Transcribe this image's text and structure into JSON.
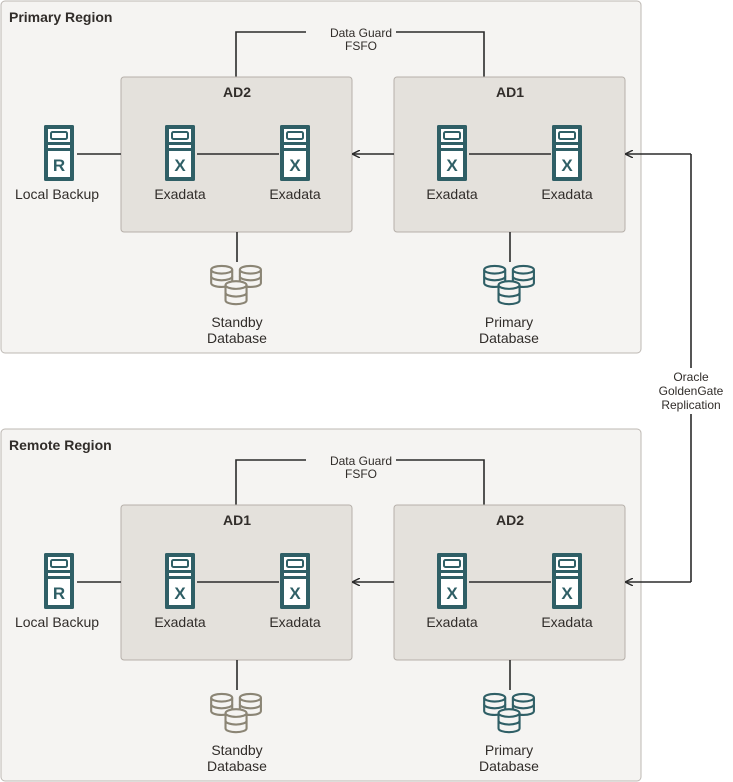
{
  "regions": [
    {
      "title": "Primary Region",
      "link_label_1": "Data Guard",
      "link_label_2": "FSFO",
      "left_ad": "AD2",
      "right_ad": "AD1",
      "backup_label": "Local Backup",
      "backup_icon_letter": "R",
      "server_icon_letter": "X",
      "servers": [
        "Exadata",
        "Exadata",
        "Exadata",
        "Exadata"
      ],
      "left_db": [
        "Standby",
        "Database"
      ],
      "right_db": [
        "Primary",
        "Database"
      ]
    },
    {
      "title": "Remote Region",
      "link_label_1": "Data Guard",
      "link_label_2": "FSFO",
      "left_ad": "AD1",
      "right_ad": "AD2",
      "backup_label": "Local Backup",
      "backup_icon_letter": "R",
      "server_icon_letter": "X",
      "servers": [
        "Exadata",
        "Exadata",
        "Exadata",
        "Exadata"
      ],
      "left_db": [
        "Standby",
        "Database"
      ],
      "right_db": [
        "Primary",
        "Database"
      ]
    }
  ],
  "replication": [
    "Oracle",
    "GoldenGate",
    "Replication"
  ],
  "colors": {
    "server_teal": "#2f5f66",
    "standby_db": "#8b8575",
    "primary_db": "#2f5f66",
    "region_fill": "#f5f4f2",
    "ad_fill": "#e4e1dc"
  },
  "icons": {
    "server": "exadata-server-icon",
    "backup": "backup-server-icon",
    "database": "database-stack-icon"
  }
}
